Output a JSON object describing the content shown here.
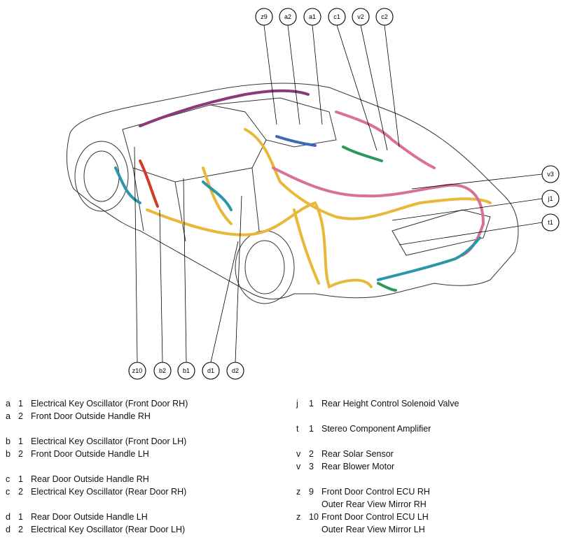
{
  "callouts": {
    "z9": "z9",
    "a2": "a2",
    "a1": "a1",
    "c1": "c1",
    "v2": "v2",
    "c2": "c2",
    "v3": "v3",
    "j1": "j1",
    "t1": "t1",
    "z10": "z10",
    "b2": "b2",
    "b1": "b1",
    "d1": "d1",
    "d2": "d2"
  },
  "legend_left": [
    {
      "letter": "a",
      "num": "1",
      "desc": "Electrical Key Oscillator (Front Door RH)"
    },
    {
      "letter": "a",
      "num": "2",
      "desc": "Front Door Outside Handle RH"
    },
    {
      "gap": true
    },
    {
      "letter": "b",
      "num": "1",
      "desc": "Electrical Key Oscillator (Front Door LH)"
    },
    {
      "letter": "b",
      "num": "2",
      "desc": "Front Door Outside Handle LH"
    },
    {
      "gap": true
    },
    {
      "letter": "c",
      "num": "1",
      "desc": "Rear Door Outside Handle RH"
    },
    {
      "letter": "c",
      "num": "2",
      "desc": "Electrical Key Oscillator (Rear Door RH)"
    },
    {
      "gap": true
    },
    {
      "letter": "d",
      "num": "1",
      "desc": "Rear Door Outside Handle LH"
    },
    {
      "letter": "d",
      "num": "2",
      "desc": "Electrical Key Oscillator (Rear Door LH)"
    }
  ],
  "legend_right": [
    {
      "letter": "j",
      "num": "1",
      "desc": "Rear Height Control Solenoid Valve"
    },
    {
      "gap": true
    },
    {
      "letter": "t",
      "num": "1",
      "desc": "Stereo Component Amplifier"
    },
    {
      "gap": true
    },
    {
      "letter": "v",
      "num": "2",
      "desc": "Rear Solar Sensor"
    },
    {
      "letter": "v",
      "num": "3",
      "desc": "Rear Blower Motor"
    },
    {
      "gap": true
    },
    {
      "letter": "z",
      "num": "9",
      "desc": "Front Door Control ECU RH"
    },
    {
      "letter": "",
      "num": "",
      "desc": "Outer Rear View Mirror RH"
    },
    {
      "letter": "z",
      "num": "10",
      "desc": "Front Door Control ECU LH"
    },
    {
      "letter": "",
      "num": "",
      "desc": "Outer Rear View Mirror LH"
    }
  ],
  "colors": {
    "harness_yellow": "#e8b83a",
    "harness_pink": "#d9709a",
    "harness_purple": "#8a3a78",
    "harness_teal": "#2a96a6",
    "harness_red": "#d23a2a",
    "harness_green": "#2a9a5a",
    "harness_blue": "#3a6ab8"
  }
}
